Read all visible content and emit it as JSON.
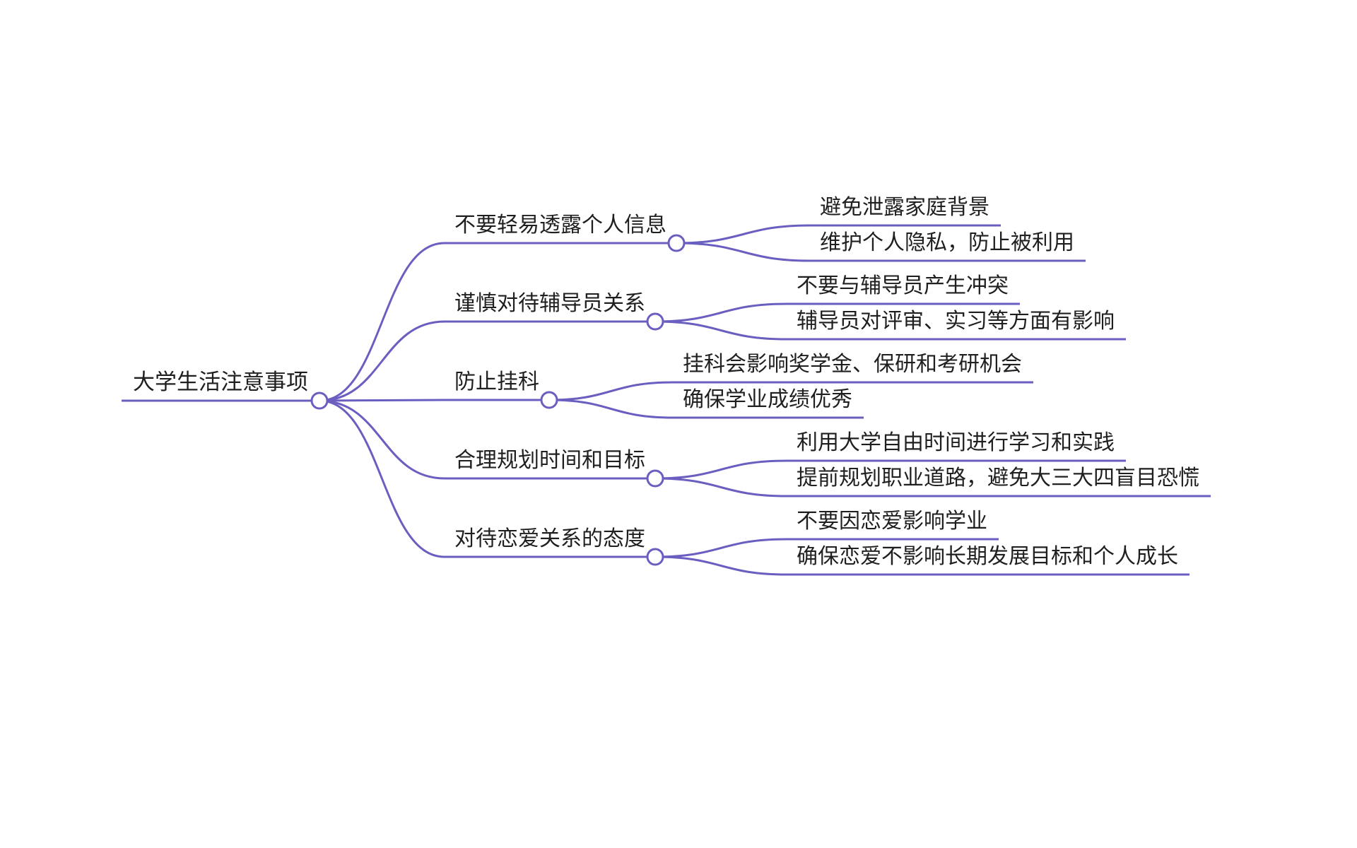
{
  "colors": {
    "line": "#6a5fc1",
    "node_fill": "#ffffff",
    "text": "#1f1f1f",
    "background": "#ffffff"
  },
  "mindmap": {
    "root": "大学生活注意事项",
    "branches": [
      {
        "label": "不要轻易透露个人信息",
        "children": [
          "避免泄露家庭背景",
          "维护个人隐私，防止被利用"
        ]
      },
      {
        "label": "谨慎对待辅导员关系",
        "children": [
          "不要与辅导员产生冲突",
          "辅导员对评审、实习等方面有影响"
        ]
      },
      {
        "label": "防止挂科",
        "children": [
          "挂科会影响奖学金、保研和考研机会",
          "确保学业成绩优秀"
        ]
      },
      {
        "label": "合理规划时间和目标",
        "children": [
          "利用大学自由时间进行学习和实践",
          "提前规划职业道路，避免大三大四盲目恐慌"
        ]
      },
      {
        "label": "对待恋爱关系的态度",
        "children": [
          "不要因恋爱影响学业",
          "确保恋爱不影响长期发展目标和个人成长"
        ]
      }
    ]
  }
}
